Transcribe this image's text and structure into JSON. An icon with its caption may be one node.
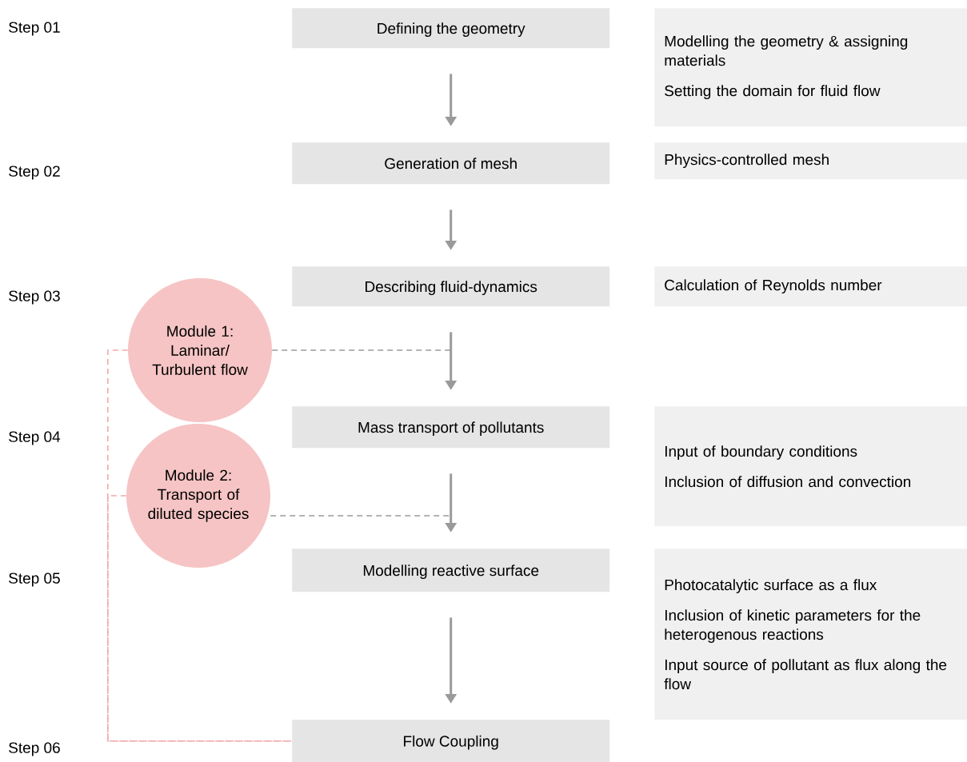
{
  "diagram": {
    "nodes": [
      {
        "text": [
          "Defining the geometry"
        ]
      },
      {
        "text": [
          "Modelling the geometry & assigning materials",
          "Setting the domain for fluid flow"
        ]
      },
      {
        "text": [
          "Generation of mesh"
        ]
      },
      {
        "text": [
          "Physics-controlled mesh"
        ]
      },
      {
        "text": [
          "Describing fluid-dynamics"
        ]
      },
      {
        "text": [
          "Calculation of Reynolds number"
        ]
      },
      {
        "text": [
          "Module 1: Laminar/ Turbulent flow"
        ]
      },
      {
        "text": [
          "Mass transport of pollutants"
        ]
      },
      {
        "text": [
          "Input of boundary conditions",
          "Inclusion of diffusion and convection"
        ]
      },
      {
        "text": [
          "Module 2: Transport of diluted species"
        ]
      },
      {
        "text": [
          "Modelling reactive surface"
        ]
      },
      {
        "text": [
          "Photocatalytic surface as a flux",
          "Inclusion of kinetic parameters for the heterogenous reactions",
          "Input source of pollutant as flux along the flow"
        ]
      },
      {
        "text": [
          "Flow Coupling"
        ]
      }
    ],
    "edges": [
      {
        "from": 0,
        "to": 2,
        "arrow": "to"
      },
      {
        "from": 2,
        "to": 4,
        "arrow": "to"
      },
      {
        "from": 4,
        "to": 7,
        "arrow": "to"
      },
      {
        "from": 7,
        "to": 10,
        "arrow": "to"
      },
      {
        "from": 10,
        "to": 12,
        "arrow": "to"
      },
      {
        "from": 6,
        "to": null,
        "arrow": "none",
        "style": "dashed"
      },
      {
        "from": 9,
        "to": null,
        "arrow": "none",
        "style": "dashed"
      },
      {
        "from": 6,
        "to": 12,
        "arrow": "none",
        "style": "dashed",
        "color": "#f2a9a9"
      },
      {
        "from": 9,
        "to": 12,
        "arrow": "none",
        "style": "dashed",
        "color": "#f2a9a9"
      }
    ],
    "labels": [
      "Step 01",
      "Step 02",
      "Step 03",
      "Step 04",
      "Step 05",
      "Step 06"
    ]
  }
}
